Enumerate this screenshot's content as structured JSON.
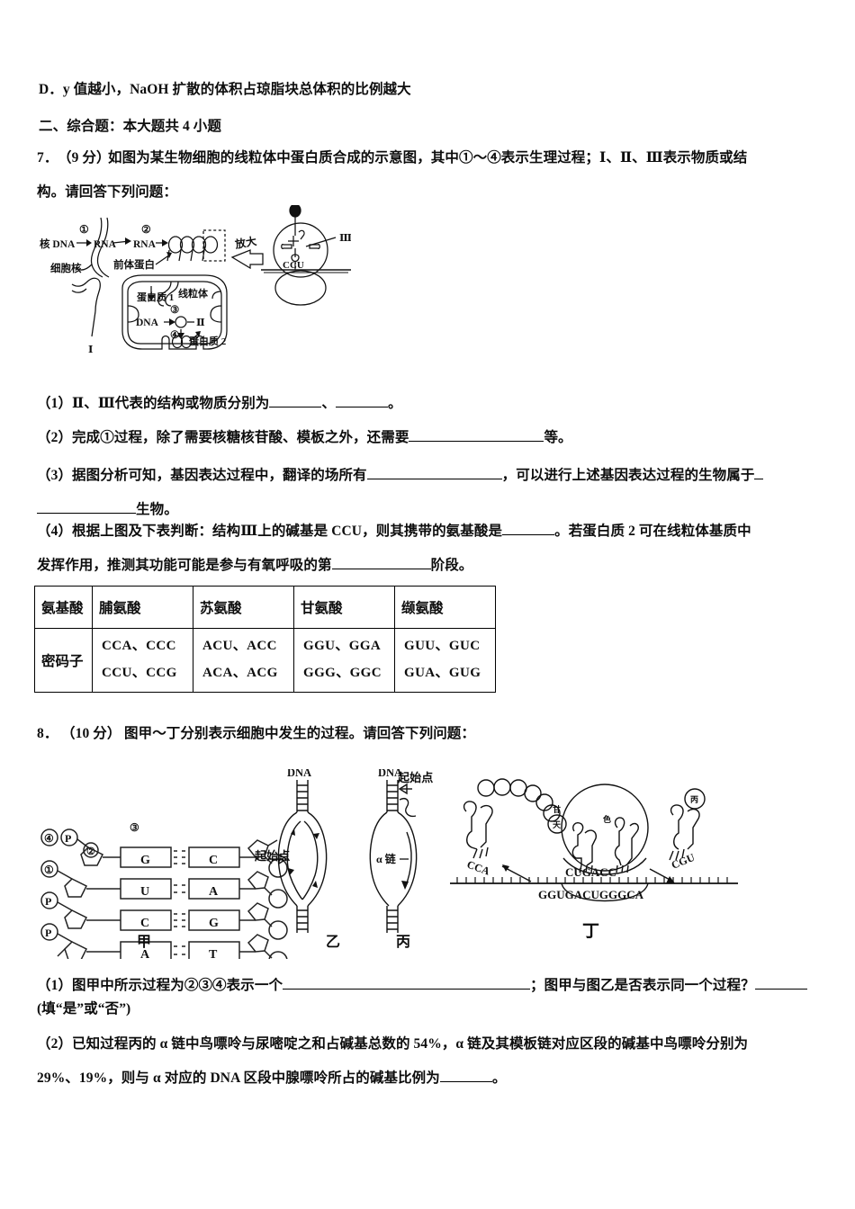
{
  "document": {
    "option_d": "D．y 值越小，NaOH 扩散的体积占琼脂块总体积的比例越大",
    "section_heading": "二、综合题：本大题共 4 小题"
  },
  "q7": {
    "number": "7．",
    "score": "（9 分）",
    "stem_line1": "如图为某生物细胞的线粒体中蛋白质合成的示意图，其中①～④表示生理过程；Ⅰ、Ⅱ、Ⅲ表示物质或结",
    "stem_line2": "构。请回答下列问题：",
    "sub1_a": "（1）Ⅱ、Ⅲ代表的结构或物质分别为",
    "sub1_b": "、",
    "sub1_c": "。",
    "sub2_a": "（2）完成①过程，除了需要核糖核苷酸、模板之外，还需要",
    "sub2_b": "等。",
    "sub3_a": "（3）据图分析可知，基因表达过程中，翻译的场所有",
    "sub3_b": "，可以进行上述基因表达过程的生物属于",
    "sub3_c": "生物。",
    "sub4_a": "（4）根据上图及下表判断：结构Ⅲ上的碱基是 CCU，则其携带的氨基酸是",
    "sub4_b": "。若蛋白质 2 可在线粒体基质中",
    "sub4_c": "发挥作用，推测其功能可能是参与有氧呼吸的第",
    "sub4_d": "阶段。"
  },
  "figure7": {
    "label_nuclear_dna": "核 DNA",
    "label_rna1": "RNA",
    "label_rna2": "RNA",
    "process1": "①",
    "process2": "②",
    "label_nucleus": "细胞核",
    "label_precursor": "前体蛋白",
    "label_enlarge": "放大",
    "label_protein1": "蛋白质 1",
    "label_mitochondrion": "线粒体",
    "label_dna": "DNA",
    "process3": "③",
    "process4": "④",
    "label_II": "Ⅱ",
    "label_III": "Ⅲ",
    "label_I": "Ⅰ",
    "label_protein2": "蛋白质 2",
    "label_anticodon": "CCU"
  },
  "codon_table": {
    "row_header_1": "氨基酸",
    "row_header_2": "密码子",
    "amino_acids": [
      "脯氨酸",
      "苏氨酸",
      "甘氨酸",
      "缬氨酸"
    ],
    "codons_line1": [
      "CCA、CCC",
      "ACU、ACC",
      "GGU、GGA",
      "GUU、GUC"
    ],
    "codons_line2": [
      "CCU、CCG",
      "ACA、ACG",
      "GGG、GGC",
      "GUA、GUG"
    ]
  },
  "q8": {
    "number": "8．",
    "score": "（10 分）",
    "stem": "图甲～丁分别表示细胞中发生的过程。请回答下列问题：",
    "sub1_a": "（1）图甲中所示过程为②③④表示一个",
    "sub1_b": "；图甲与图乙是否表示同一个过程？",
    "sub1_c": "(填“是”或“否”)",
    "sub2_a": "（2）已知过程丙的 α 链中鸟嘌呤与尿嘧啶之和占碱基总数的 54%，α 链及其模板链对应区段的碱基中鸟嘌呤分别为",
    "sub2_b": "29%、19%，则与 α 对应的 DNA 区段中腺嘌呤所占的碱基比例为",
    "sub2_c": "。"
  },
  "figure8": {
    "jia": {
      "caption": "甲",
      "marker_4": "④",
      "marker_1": "①",
      "marker_2": "②",
      "marker_3": "③",
      "phosphate": "P",
      "left_bases": [
        "G",
        "U",
        "C",
        "A"
      ],
      "right_bases": [
        "C",
        "A",
        "G",
        "T"
      ],
      "bond_types": [
        "triple",
        "double",
        "triple",
        "double"
      ]
    },
    "yi": {
      "caption": "乙",
      "label_dna": "DNA",
      "label_origin": "起始点"
    },
    "bing": {
      "caption": "丙",
      "label_dna": "DNA",
      "label_origin": "起始点",
      "label_alpha": "α 链"
    },
    "ding": {
      "caption": "丁",
      "mrna_sequence": "GGUGACUGGGCA",
      "ribosome_codons": "CUGACC",
      "trna_left": "CCA",
      "trna_right": "CGU",
      "amino_marker_1": "甘",
      "amino_marker_2": "天",
      "amino_marker_3": "色",
      "amino_marker_4": "丙"
    }
  }
}
